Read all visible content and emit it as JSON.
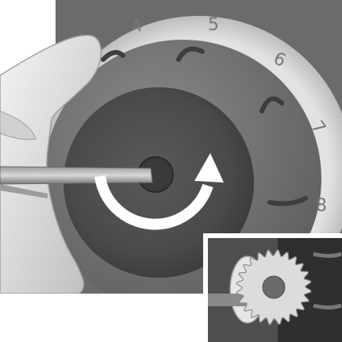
{
  "dial": {
    "numbers": [
      "4",
      "5",
      "6",
      "7",
      "8"
    ]
  },
  "colors": {
    "ring": "#d9d9d9",
    "knob_outer": "#6e6e6e",
    "knob_inner": "#555555",
    "rotation_arrow": "#ffffff",
    "background_panel": "#6b6b6b"
  },
  "icons": {
    "rotation": "clockwise-rotation-arrow",
    "tool": "hex-key"
  }
}
